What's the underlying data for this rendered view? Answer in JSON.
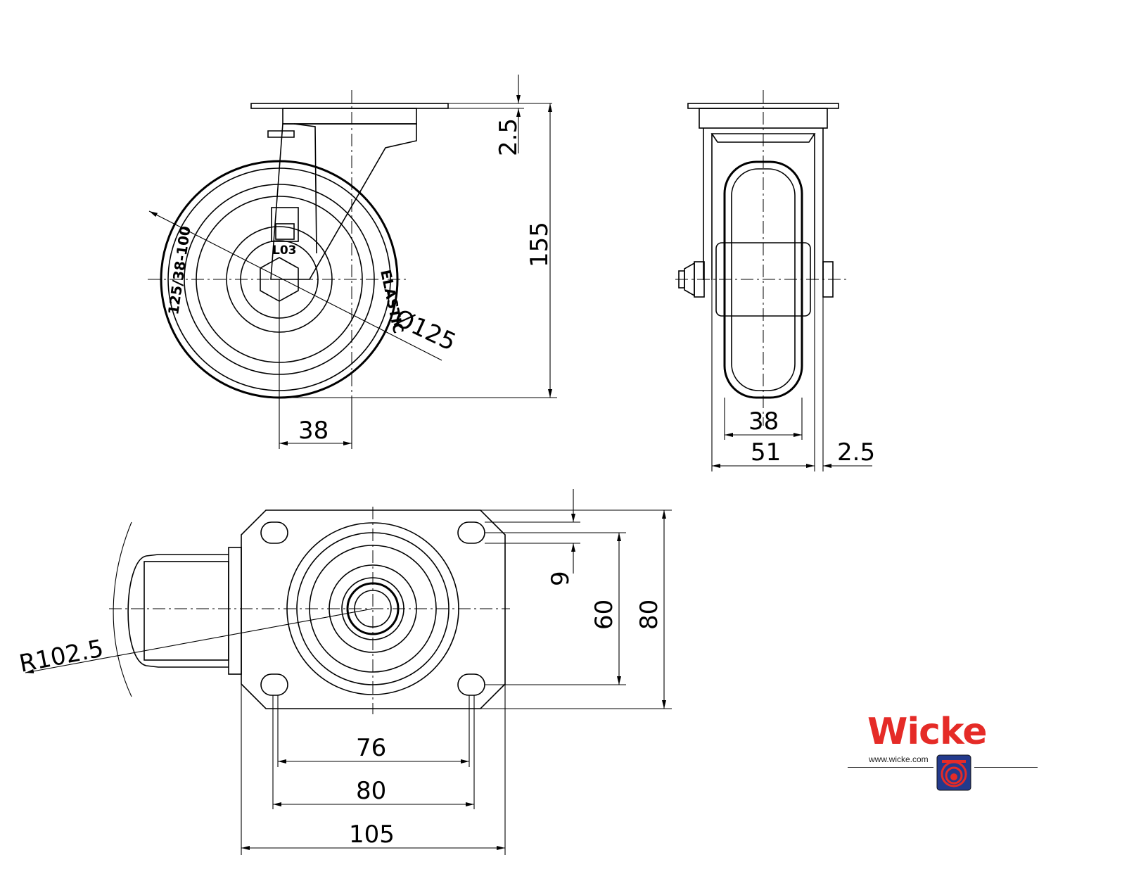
{
  "dimensions": {
    "side_plate_thickness": "2.5",
    "side_height": "155",
    "side_offset": "38",
    "wheel_diameter": "Ø125",
    "front_wheel_width": "38",
    "front_bracket_width": "51",
    "front_clearance": "2.5",
    "top_slot": "9",
    "top_bolt_spacing_y": "60",
    "top_plate_y": "80",
    "top_bolt_spacing_x_inner": "76",
    "top_bolt_spacing_x_outer": "80",
    "top_plate_x": "105",
    "swivel_radius": "R102.5"
  },
  "markings": {
    "tyre_size": "125/38-100",
    "tyre_brand": "ELASTIC",
    "fork_code": "L03"
  },
  "logo": {
    "name": "Wicke",
    "url": "www.wicke.com",
    "color": "#e52b27"
  }
}
